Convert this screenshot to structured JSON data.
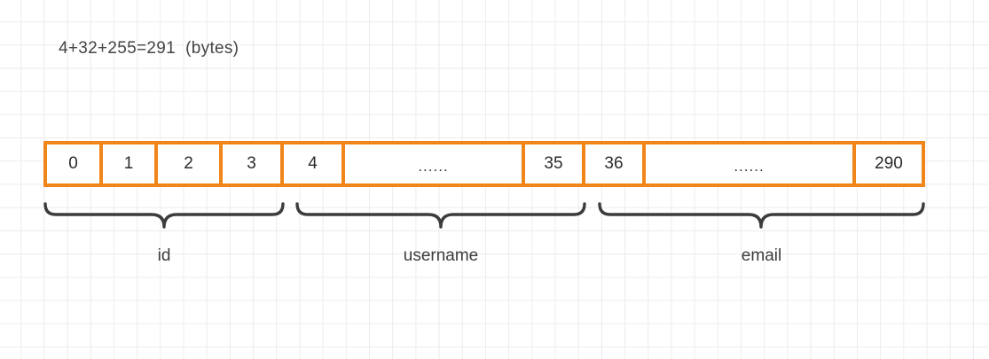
{
  "diagram": {
    "title_text": "4+32+255=291  (bytes)",
    "accent_color": "#F08519",
    "brace_color": "#3c3c3c",
    "grid_color": "#ececed",
    "background_color": "#ffffff",
    "byte_table": {
      "cells": [
        {
          "label": "0",
          "kind": "index"
        },
        {
          "label": "1",
          "kind": "index"
        },
        {
          "label": "2",
          "kind": "index"
        },
        {
          "label": "3",
          "kind": "index"
        },
        {
          "label": "4",
          "kind": "index"
        },
        {
          "label": "......",
          "kind": "ellipsis"
        },
        {
          "label": "35",
          "kind": "index"
        },
        {
          "label": "36",
          "kind": "index"
        },
        {
          "label": "......",
          "kind": "ellipsis"
        },
        {
          "label": "290",
          "kind": "index"
        }
      ]
    },
    "field_groups": [
      {
        "name": "id",
        "label": "id",
        "byte_start": "0",
        "byte_end": "3",
        "size_bytes": "4"
      },
      {
        "name": "username",
        "label": "username",
        "byte_start": "4",
        "byte_end": "35",
        "size_bytes": "32"
      },
      {
        "name": "email",
        "label": "email",
        "byte_start": "36",
        "byte_end": "290",
        "size_bytes": "255"
      }
    ]
  }
}
